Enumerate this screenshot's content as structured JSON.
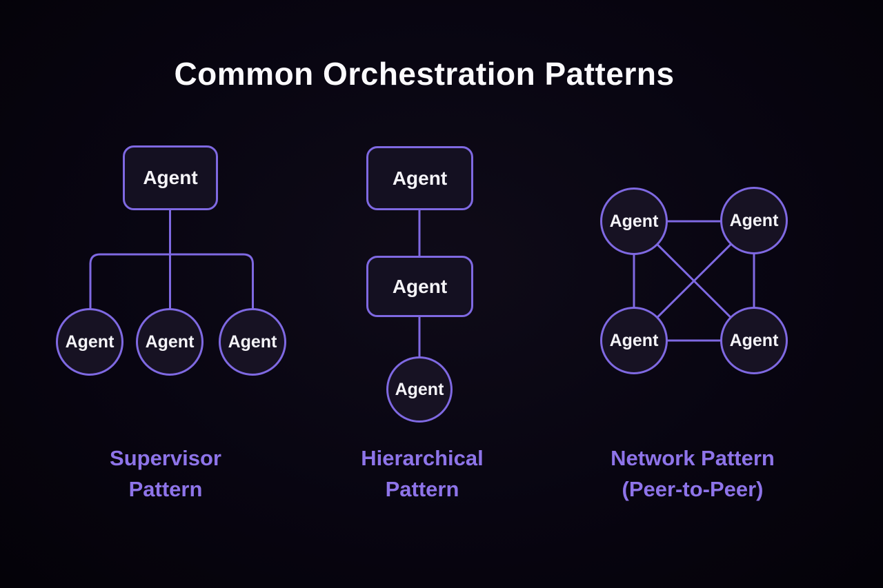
{
  "title": "Common Orchestration Patterns",
  "colors": {
    "background": "#080511",
    "accent_purple": "#7f69e2",
    "caption_purple": "#8e74e9",
    "node_fill": "#141021",
    "node_text": "#f5f4f8",
    "title_text": "#fbfafd"
  },
  "patterns": [
    {
      "id": "supervisor",
      "caption": [
        "Supervisor",
        "Pattern"
      ],
      "nodes": [
        {
          "label": "Agent",
          "shape": "rounded-rect",
          "role": "supervisor"
        },
        {
          "label": "Agent",
          "shape": "circle",
          "role": "worker"
        },
        {
          "label": "Agent",
          "shape": "circle",
          "role": "worker"
        },
        {
          "label": "Agent",
          "shape": "circle",
          "role": "worker"
        }
      ]
    },
    {
      "id": "hierarchical",
      "caption": [
        "Hierarchical",
        "Pattern"
      ],
      "nodes": [
        {
          "label": "Agent",
          "shape": "rounded-rect",
          "role": "top"
        },
        {
          "label": "Agent",
          "shape": "rounded-rect",
          "role": "middle"
        },
        {
          "label": "Agent",
          "shape": "circle",
          "role": "bottom"
        }
      ]
    },
    {
      "id": "network",
      "caption": [
        "Network Pattern",
        "(Peer-to-Peer)"
      ],
      "nodes": [
        {
          "label": "Agent",
          "shape": "circle",
          "role": "peer"
        },
        {
          "label": "Agent",
          "shape": "circle",
          "role": "peer"
        },
        {
          "label": "Agent",
          "shape": "circle",
          "role": "peer"
        },
        {
          "label": "Agent",
          "shape": "circle",
          "role": "peer"
        }
      ]
    }
  ]
}
